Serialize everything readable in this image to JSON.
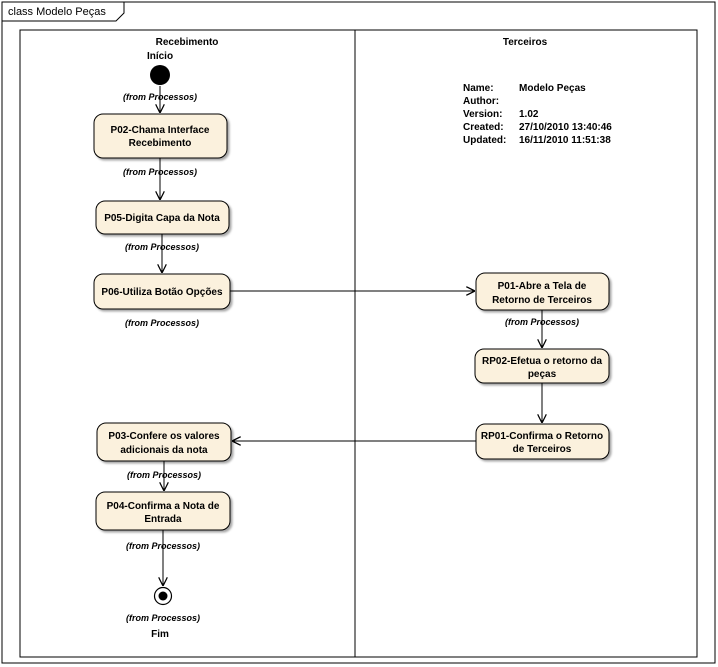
{
  "frame": {
    "title": "class Modelo Peças"
  },
  "lanes": [
    {
      "title": "Recebimento"
    },
    {
      "title": "Terceiros"
    }
  ],
  "metadata": [
    {
      "key": "Name:",
      "value": "Modelo Peças"
    },
    {
      "key": "Author:",
      "value": ""
    },
    {
      "key": "Version:",
      "value": "1.02"
    },
    {
      "key": "Created:",
      "value": "27/10/2010 13:40:46"
    },
    {
      "key": "Updated:",
      "value": "16/11/2010 11:51:38"
    }
  ],
  "nodes": {
    "start": {
      "label": "Início",
      "from": "(from Processos)"
    },
    "end": {
      "label": "Fim",
      "from": "(from Processos)"
    }
  },
  "activities": [
    {
      "id": "p02",
      "lines": [
        "P02-Chama Interface",
        "Recebimento"
      ],
      "from": "(from Processos)"
    },
    {
      "id": "p05",
      "lines": [
        "P05-Digita Capa da Nota"
      ],
      "from": "(from Processos)"
    },
    {
      "id": "p06",
      "lines": [
        "P06-Utiliza Botão Opções"
      ],
      "from": "(from Processos)"
    },
    {
      "id": "p01",
      "lines": [
        "P01-Abre a Tela de",
        "Retorno de Terceiros"
      ],
      "from": "(from Processos)"
    },
    {
      "id": "rp02",
      "lines": [
        "RP02-Efetua o retorno da",
        "peças"
      ],
      "from": ""
    },
    {
      "id": "rp01",
      "lines": [
        "RP01-Confirma o Retorno",
        "de Terceiros"
      ],
      "from": ""
    },
    {
      "id": "p03",
      "lines": [
        "P03-Confere os valores",
        "adicionais da nota"
      ],
      "from": "(from Processos)"
    },
    {
      "id": "p04",
      "lines": [
        "P04-Confirma a Nota de",
        "Entrada"
      ],
      "from": "(from Processos)"
    }
  ],
  "colors": {
    "activity_fill": "#fbf1dd",
    "activity_stroke": "#000000",
    "line": "#000000"
  }
}
